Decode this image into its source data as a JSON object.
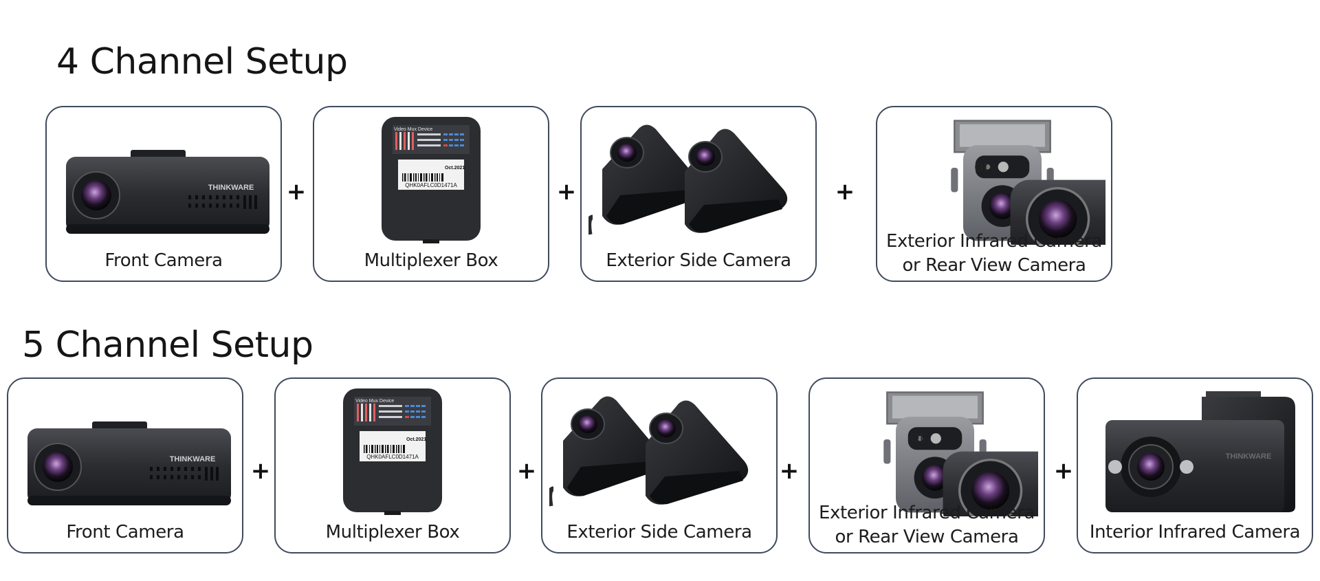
{
  "sections": [
    {
      "title": "4 Channel Setup",
      "items": [
        {
          "label_lines": [
            "Front Camera"
          ],
          "icon": "front-dashcam-icon"
        },
        {
          "label_lines": [
            "Multiplexer Box"
          ],
          "icon": "multiplexer-box-icon"
        },
        {
          "label_lines": [
            "Exterior Side Camera"
          ],
          "icon": "side-camera-icon"
        },
        {
          "label_lines": [
            "Exterior Infrared Camera",
            "or Rear View Camera"
          ],
          "icon": "infrared-or-rear-camera-icon",
          "or_text": "or"
        }
      ],
      "separator": "+"
    },
    {
      "title": "5 Channel Setup",
      "items": [
        {
          "label_lines": [
            "Front Camera"
          ],
          "icon": "front-dashcam-icon"
        },
        {
          "label_lines": [
            "Multiplexer Box"
          ],
          "icon": "multiplexer-box-icon"
        },
        {
          "label_lines": [
            "Exterior Side Camera"
          ],
          "icon": "side-camera-icon"
        },
        {
          "label_lines": [
            "Exterior Infrared Camera",
            "or Rear View Camera"
          ],
          "icon": "infrared-or-rear-camera-icon",
          "or_text": "or"
        },
        {
          "label_lines": [
            "Interior Infrared Camera"
          ],
          "icon": "interior-infrared-camera-icon"
        }
      ],
      "separator": "+"
    }
  ],
  "product_text": {
    "brand": "THINKWARE",
    "mux_header": "Video Mux Device",
    "mux_date": "Oct.2021",
    "mux_serial": "QHK0AFLC0D1471A"
  },
  "colors": {
    "card_border": "#3f4a5c",
    "device_body": "#2a2b2e",
    "lens_accent": "#7a5a8c"
  }
}
